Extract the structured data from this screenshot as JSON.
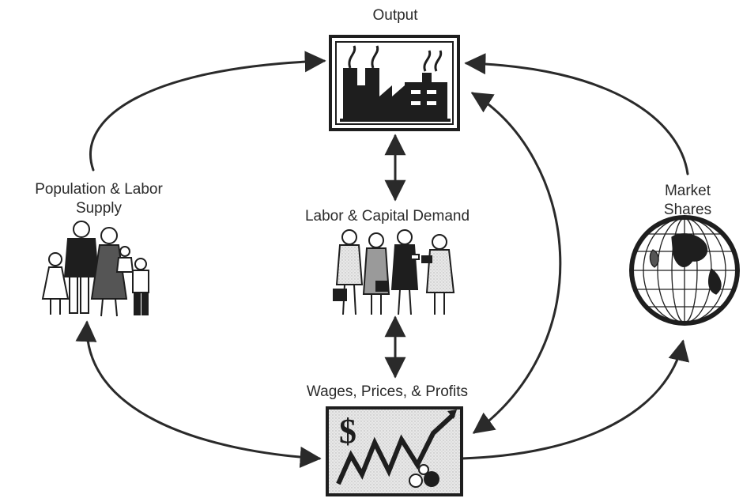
{
  "nodes": {
    "output": {
      "label": "Output",
      "icon": "factory-icon"
    },
    "population": {
      "label_line1": "Population & Labor",
      "label_line2": "Supply",
      "icon": "family-icon"
    },
    "labor_capital": {
      "label": "Labor & Capital Demand",
      "icon": "business-people-icon"
    },
    "market_shares": {
      "label_line1": "Market",
      "label_line2": "Shares",
      "icon": "globe-icon"
    },
    "wages": {
      "label": "Wages, Prices, & Profits",
      "icon": "money-chart-icon"
    }
  },
  "colors": {
    "ink": "#2a2a2a",
    "panel": "#e4e4e4"
  }
}
